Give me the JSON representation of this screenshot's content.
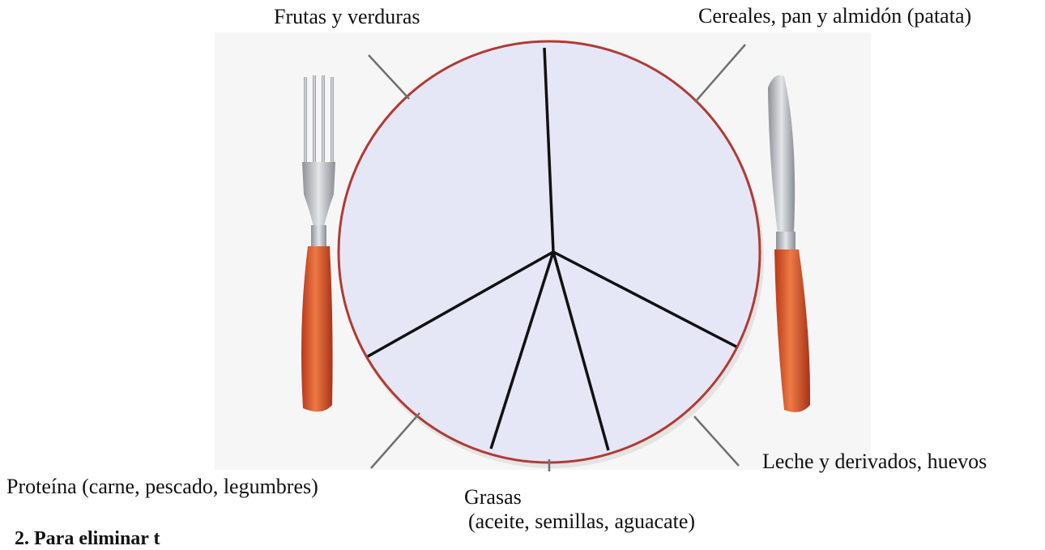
{
  "diagram": {
    "labels": {
      "frutas": "Frutas y verduras",
      "cereales": "Cereales, pan y almidón (patata)",
      "proteina": "Proteína (carne, pescado, legumbres)",
      "grasas_line1": "Grasas",
      "grasas_line2": "(aceite, semillas, aguacate)",
      "leche": "Leche y derivados, huevos"
    },
    "footer_partial": "2. Para eliminar t"
  },
  "colors": {
    "plate_fill": "#e6e7f6",
    "plate_rim": "#b23a34",
    "divider": "#111111",
    "handle": "#d9552b",
    "steel": "#b9bcc2"
  }
}
